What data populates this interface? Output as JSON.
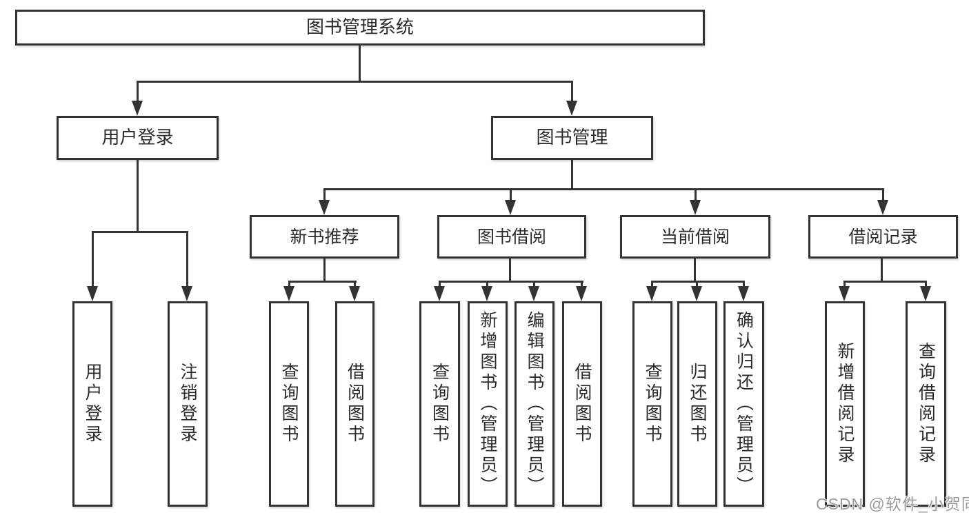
{
  "root": {
    "label": "图书管理系统"
  },
  "branches": [
    {
      "label": "用户登录"
    },
    {
      "label": "图书管理"
    }
  ],
  "login_children": [
    {
      "label": "用户登录"
    },
    {
      "label": "注销登录"
    }
  ],
  "modules": [
    {
      "label": "新书推荐",
      "children": [
        {
          "label": "查询图书"
        },
        {
          "label": "借阅图书"
        }
      ]
    },
    {
      "label": "图书借阅",
      "children": [
        {
          "label": "查询图书"
        },
        {
          "label": "新增图书（管理员）"
        },
        {
          "label": "编辑图书（管理员）"
        },
        {
          "label": "借阅图书"
        }
      ]
    },
    {
      "label": "当前借阅",
      "children": [
        {
          "label": "查询图书"
        },
        {
          "label": "归还图书"
        },
        {
          "label": "确认归还（管理员）"
        }
      ]
    },
    {
      "label": "借阅记录",
      "children": [
        {
          "label": "新增借阅记录"
        },
        {
          "label": "查询借阅记录"
        }
      ]
    }
  ],
  "watermark": {
    "text": "CSDN @软件_小贺同学"
  },
  "colors": {
    "line": "#333333",
    "box-bg": "#ffffff",
    "text": "#2b2b2b",
    "watermark": "#9b9b9b",
    "canvas-bg": "#ffffff"
  }
}
